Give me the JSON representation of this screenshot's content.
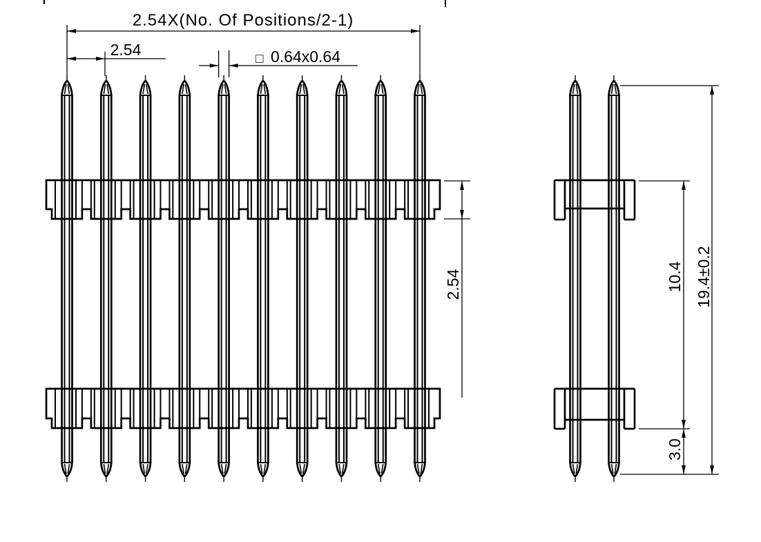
{
  "views": {
    "front": {
      "pin_count": 10
    },
    "side": {
      "pin_count": 2
    }
  },
  "dimensions": {
    "pitch_span": {
      "label": "2.54X(No. Of Positions/2-1)"
    },
    "pitch": {
      "label": "2.54"
    },
    "pin_cross_section": {
      "symbol": "□",
      "label": "0.64x0.64"
    },
    "insulator_height": {
      "label": "2.54"
    },
    "insulator_span": {
      "label": "10.4"
    },
    "tail_length": {
      "label": "3.0"
    },
    "overall_length": {
      "label": "19.4±0.2"
    }
  },
  "colors": {
    "line": "#000000",
    "background": "#ffffff"
  }
}
